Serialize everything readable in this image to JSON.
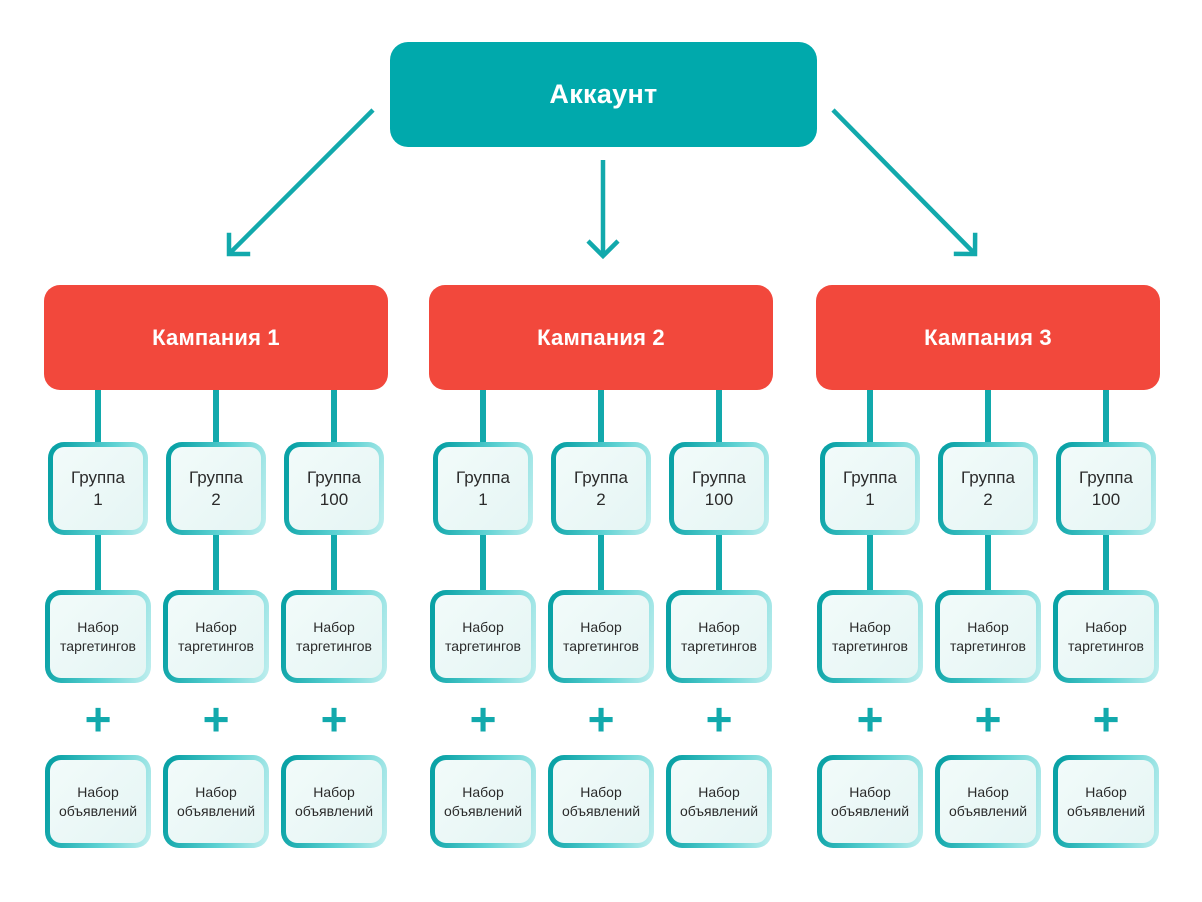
{
  "colors": {
    "teal_primary": "#00a9ac",
    "red_primary": "#f2483c",
    "connector_teal": "#12a9ac",
    "node_background": "#e9f7f6",
    "node_border_gradient_start": "#0aa2a6",
    "node_border_gradient_end": "#c2efef",
    "text_dark": "#2b2b2b",
    "text_light": "#ffffff"
  },
  "root": {
    "label": "Аккаунт"
  },
  "plus": "+",
  "campaigns": [
    {
      "label": "Кампания 1",
      "columns": [
        {
          "group": "Группа\n1",
          "targeting": "Набор таргетингов",
          "adset": "Набор объявлений"
        },
        {
          "group": "Группа\n2",
          "targeting": "Набор таргетингов",
          "adset": "Набор объявлений"
        },
        {
          "group": "Группа\n100",
          "targeting": "Набор таргетингов",
          "adset": "Набор объявлений"
        }
      ]
    },
    {
      "label": "Кампания 2",
      "columns": [
        {
          "group": "Группа\n1",
          "targeting": "Набор таргетингов",
          "adset": "Набор объявлений"
        },
        {
          "group": "Группа\n2",
          "targeting": "Набор таргетингов",
          "adset": "Набор объявлений"
        },
        {
          "group": "Группа\n100",
          "targeting": "Набор таргетингов",
          "adset": "Набор объявлений"
        }
      ]
    },
    {
      "label": "Кампания 3",
      "columns": [
        {
          "group": "Группа\n1",
          "targeting": "Набор таргетингов",
          "adset": "Набор объявлений"
        },
        {
          "group": "Группа\n2",
          "targeting": "Набор таргетингов",
          "adset": "Набор объявлений"
        },
        {
          "group": "Группа\n100",
          "targeting": "Набор таргетингов",
          "adset": "Набор объявлений"
        }
      ]
    }
  ]
}
